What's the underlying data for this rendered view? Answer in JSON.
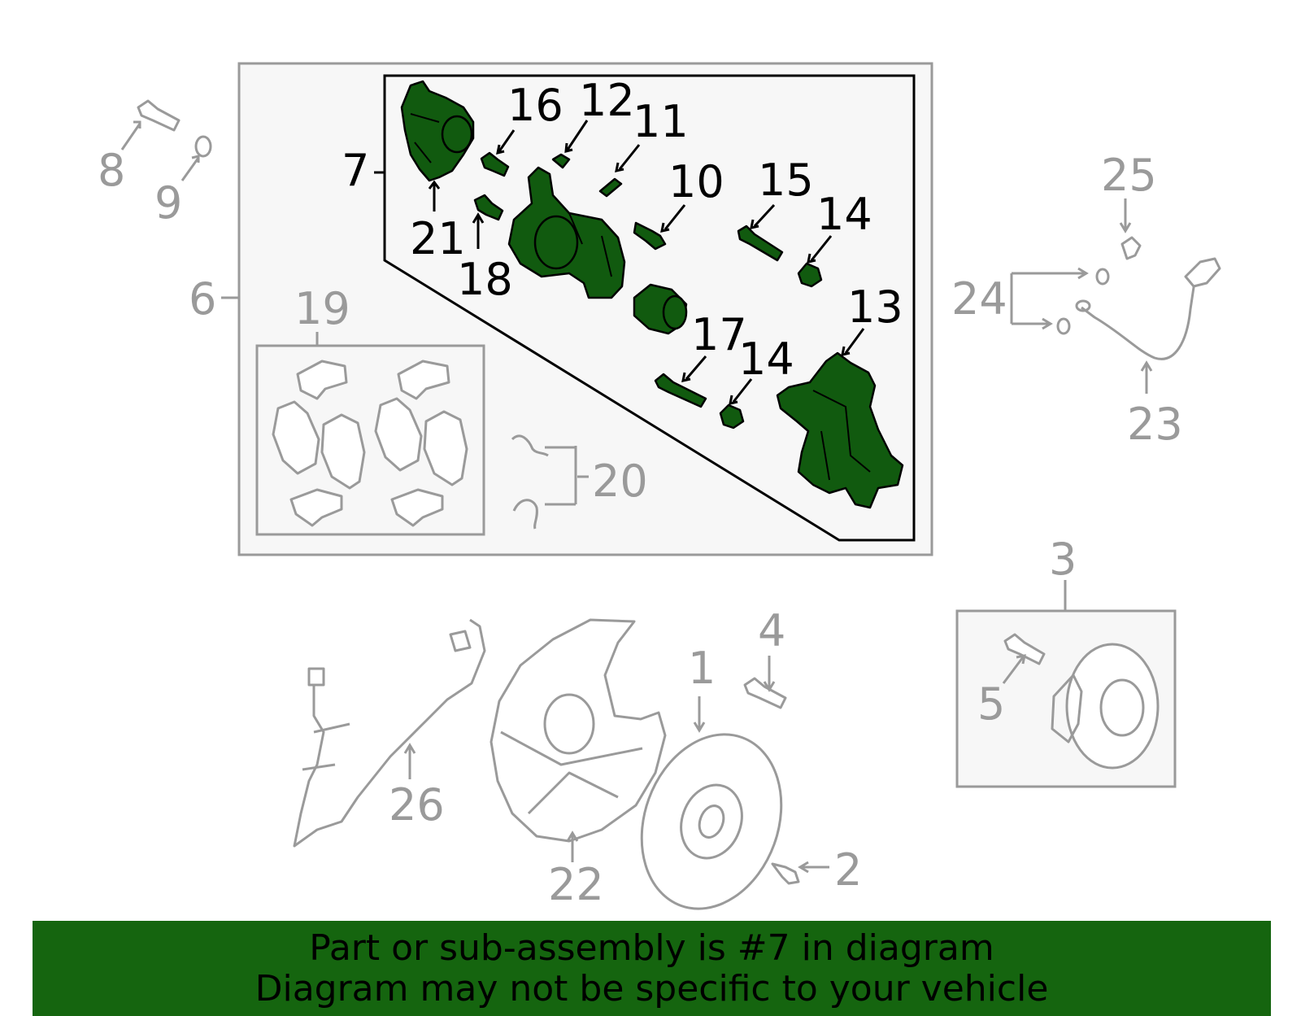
{
  "callouts": {
    "c1": "1",
    "c2": "2",
    "c3": "3",
    "c4": "4",
    "c5": "5",
    "c6": "6",
    "c7": "7",
    "c8": "8",
    "c9": "9",
    "c10": "10",
    "c11": "11",
    "c12": "12",
    "c13": "13",
    "c14a": "14",
    "c14b": "14",
    "c15": "15",
    "c16": "16",
    "c17": "17",
    "c18": "18",
    "c19": "19",
    "c20": "20",
    "c21": "21",
    "c22": "22",
    "c23": "23",
    "c24": "24",
    "c25": "25",
    "c26": "26"
  },
  "banner": {
    "line1": "Part or sub-assembly is #7 in diagram",
    "line2": "Diagram may not be specific to your vehicle"
  },
  "colors": {
    "highlight": "#115a0f",
    "banner": "#15650f",
    "gray": "#9a9a9a"
  }
}
